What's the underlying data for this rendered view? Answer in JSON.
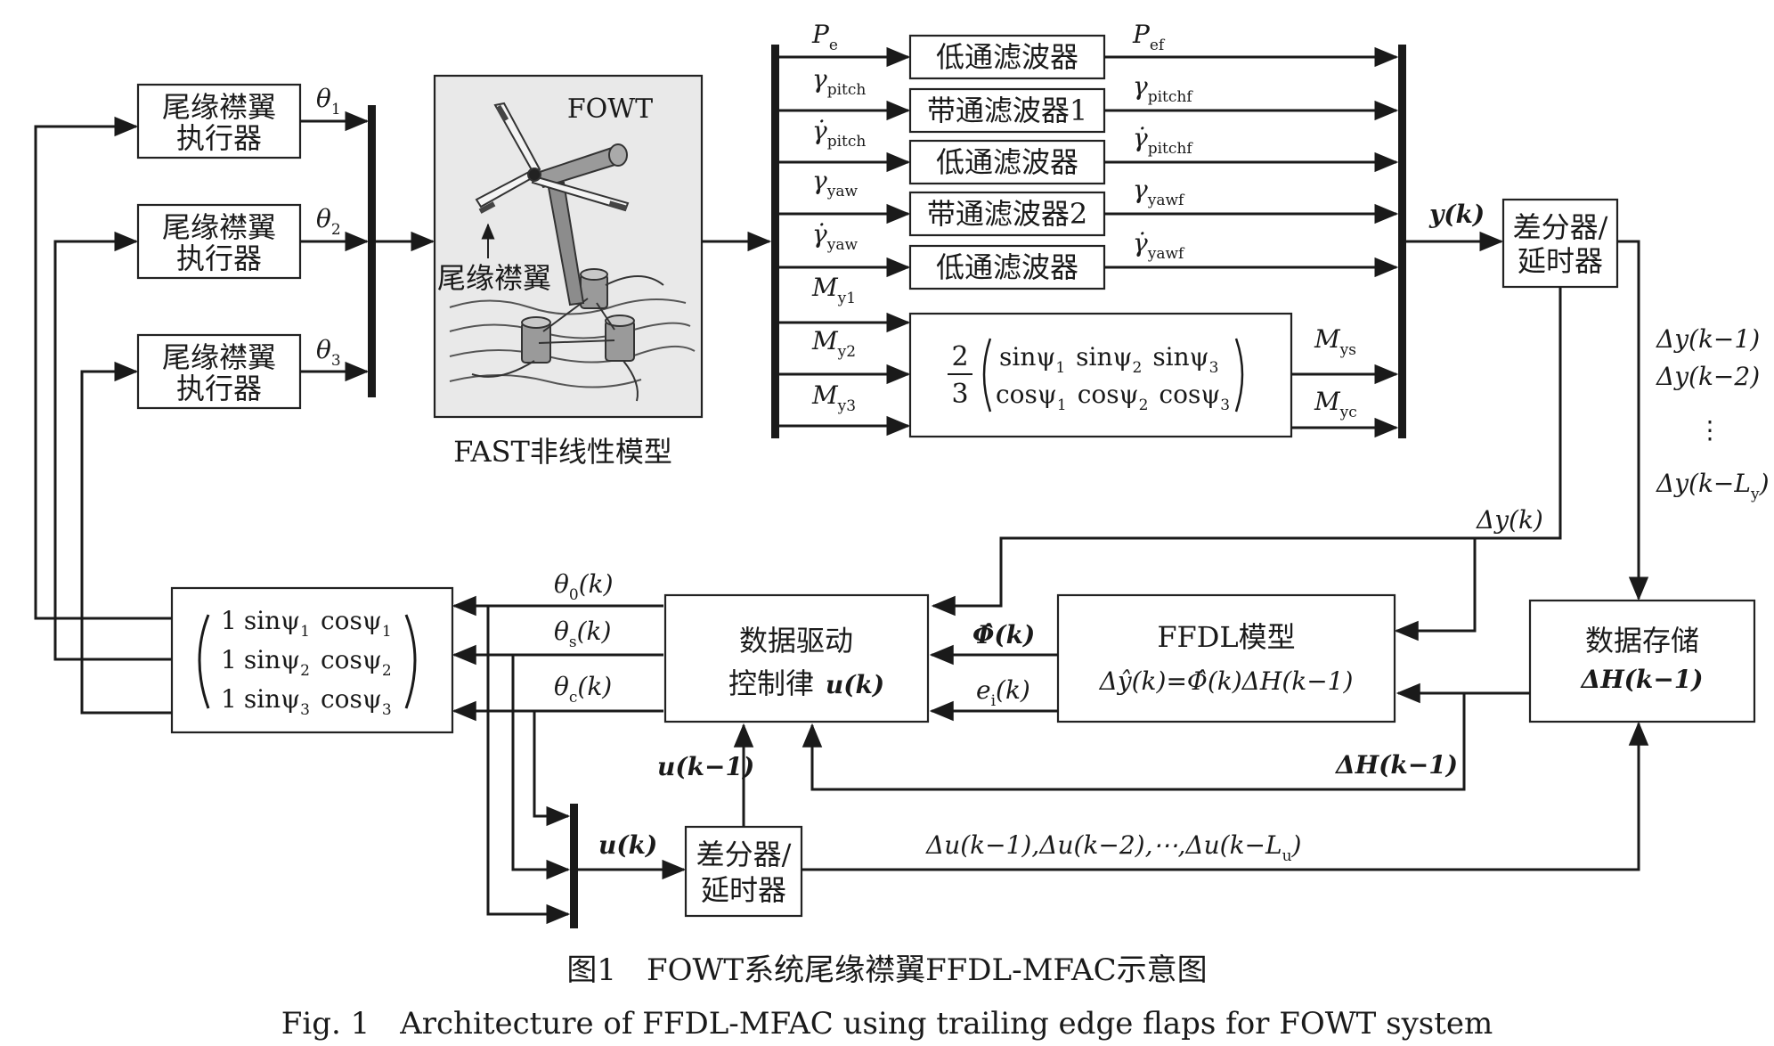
{
  "actuators": [
    {
      "line1": "尾缘襟翼",
      "line2": "执行器",
      "theta": "θ",
      "sub": "1"
    },
    {
      "line1": "尾缘襟翼",
      "line2": "执行器",
      "theta": "θ",
      "sub": "2"
    },
    {
      "line1": "尾缘襟翼",
      "line2": "执行器",
      "theta": "θ",
      "sub": "3"
    }
  ],
  "fowt": {
    "label": "FOWT",
    "flap_label": "尾缘襟翼",
    "model_caption": "FAST非线性模型"
  },
  "signals": [
    {
      "name": "P",
      "sub": "e"
    },
    {
      "name": "γ",
      "sub": "pitch"
    },
    {
      "name": "γ̇",
      "sub": "pitch"
    },
    {
      "name": "γ",
      "sub": "yaw"
    },
    {
      "name": "γ̇",
      "sub": "yaw"
    },
    {
      "name": "M",
      "sub": "y1"
    },
    {
      "name": "M",
      "sub": "y2"
    },
    {
      "name": "M",
      "sub": "y3"
    }
  ],
  "filters": [
    "低通滤波器",
    "带通滤波器1",
    "低通滤波器",
    "带通滤波器2",
    "低通滤波器"
  ],
  "filtered": [
    {
      "name": "P",
      "sub": "ef"
    },
    {
      "name": "γ",
      "sub": "pitchf"
    },
    {
      "name": "γ̇",
      "sub": "pitchf"
    },
    {
      "name": "γ",
      "sub": "yawf"
    },
    {
      "name": "γ̇",
      "sub": "yawf"
    }
  ],
  "coleman": {
    "frac_num": "2",
    "frac_den": "3",
    "row1": [
      "sinψ",
      "1",
      "sinψ",
      "2",
      "sinψ",
      "3"
    ],
    "row2": [
      "cosψ",
      "1",
      "cosψ",
      "2",
      "cosψ",
      "3"
    ],
    "out1": {
      "name": "M",
      "sub": "ys"
    },
    "out2": {
      "name": "M",
      "sub": "yc"
    }
  },
  "y_label": "y(k)",
  "diff_top": {
    "line1": "差分器/",
    "line2": "延时器"
  },
  "delay_list": [
    "Δy(k−1)",
    "Δy(k−2)",
    "⋮",
    "Δy(k−L",
    "y",
    ")"
  ],
  "dy_label": "Δy(k)",
  "inverse_matrix": {
    "rows": [
      [
        "1",
        "sinψ",
        "1",
        "cosψ",
        "1"
      ],
      [
        "1",
        "sinψ",
        "2",
        "cosψ",
        "2"
      ],
      [
        "1",
        "sinψ",
        "3",
        "cosψ",
        "3"
      ]
    ]
  },
  "theta_outputs": [
    {
      "name": "θ",
      "sub": "0",
      "arg": "(k)"
    },
    {
      "name": "θ",
      "sub": "s",
      "arg": "(k)"
    },
    {
      "name": "θ",
      "sub": "c",
      "arg": "(k)"
    }
  ],
  "control_law": {
    "line1": "数据驱动",
    "line2": "控制律",
    "u": "u(k)"
  },
  "phi_label": "Φ̂(k)",
  "e_label": {
    "name": "e",
    "sub": "i",
    "arg": "(k)"
  },
  "ffdl": {
    "title": "FFDL模型",
    "eq": "Δŷ(k)=Φ̂(k)ΔH(k−1)"
  },
  "storage": {
    "line1": "数据存储",
    "line2": "ΔH(k−1)"
  },
  "dH_label": "ΔH(k−1)",
  "u_prev_label": "u(k−1)",
  "u_label": "u(k)",
  "diff_bottom": {
    "line1": "差分器/",
    "line2": "延时器"
  },
  "du_list": "Δu(k−1),Δu(k−2),⋯,Δu(k−L",
  "du_sub": "u",
  "du_end": ")",
  "caption_cn": "图1　FOWT系统尾缘襟翼FFDL-MFAC示意图",
  "caption_en": "Fig. 1　Architecture of FFDL-MFAC using trailing edge flaps for FOWT system"
}
